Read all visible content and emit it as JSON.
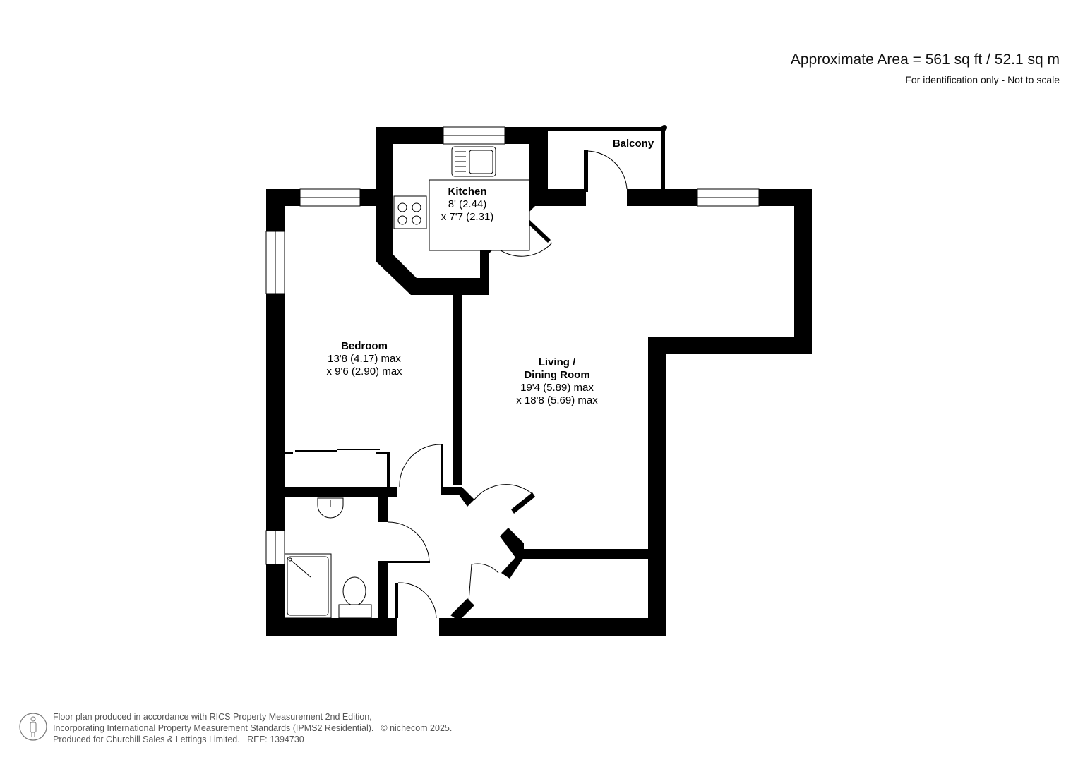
{
  "header": {
    "area": "Approximate Area = 561 sq ft / 52.1 sq m",
    "note": "For identification only - Not to scale"
  },
  "rooms": [
    {
      "name": "Kitchen",
      "dims": [
        "8' (2.44)",
        "x 7'7 (2.31)"
      ]
    },
    {
      "name": "Balcony",
      "dims": []
    },
    {
      "name": "Bedroom",
      "dims": [
        "13'8 (4.17) max",
        "x 9'6 (2.90) max"
      ]
    },
    {
      "name": "Living / Dining Room",
      "name_lines": [
        "Living /",
        "Dining Room"
      ],
      "dims": [
        "19'4 (5.89) max",
        "x 18'8 (5.69) max"
      ]
    }
  ],
  "footer": {
    "line1": "Floor plan produced in accordance with RICS Property Measurement 2nd Edition,",
    "line2": "Incorporating International Property Measurement Standards (IPMS2 Residential).",
    "copyright": "© nichecom 2025.",
    "line3": "Produced for Churchill Sales & Lettings Limited.   REF: 1394730"
  },
  "colors": {
    "wall": "#000000",
    "background": "#ffffff",
    "footer_text": "#555555"
  }
}
